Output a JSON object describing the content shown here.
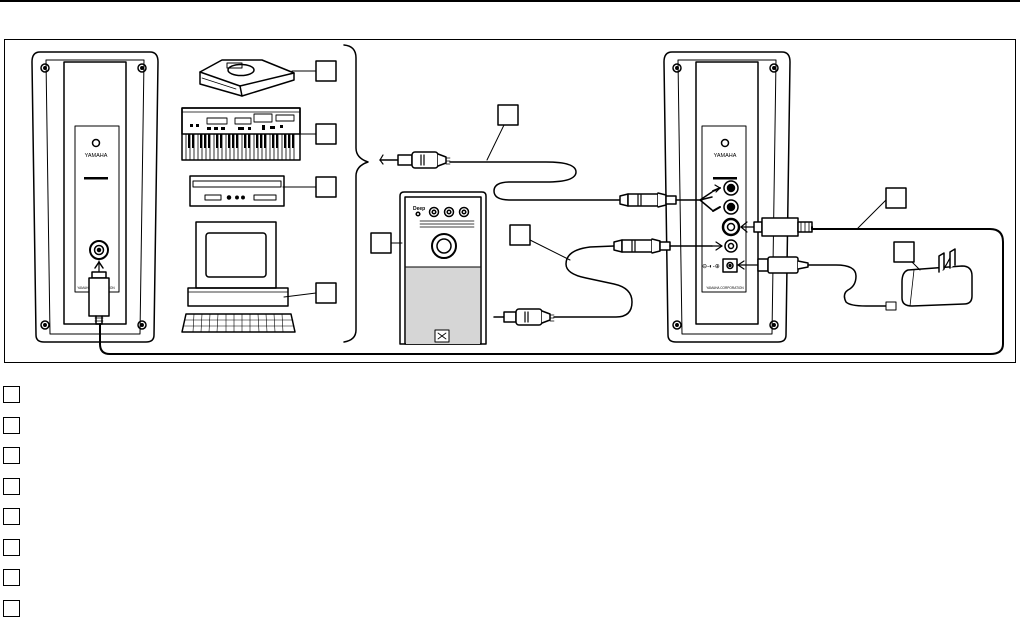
{
  "speakers": {
    "left": {
      "brand": "YAMAHA",
      "corp": "YAMAHA CORPORATION"
    },
    "right": {
      "brand": "YAMAHA",
      "corp": "YAMAHA CORPORATION"
    }
  },
  "subwoofer": {
    "panel_label": "Deep"
  },
  "key_list": {
    "count": 8
  }
}
